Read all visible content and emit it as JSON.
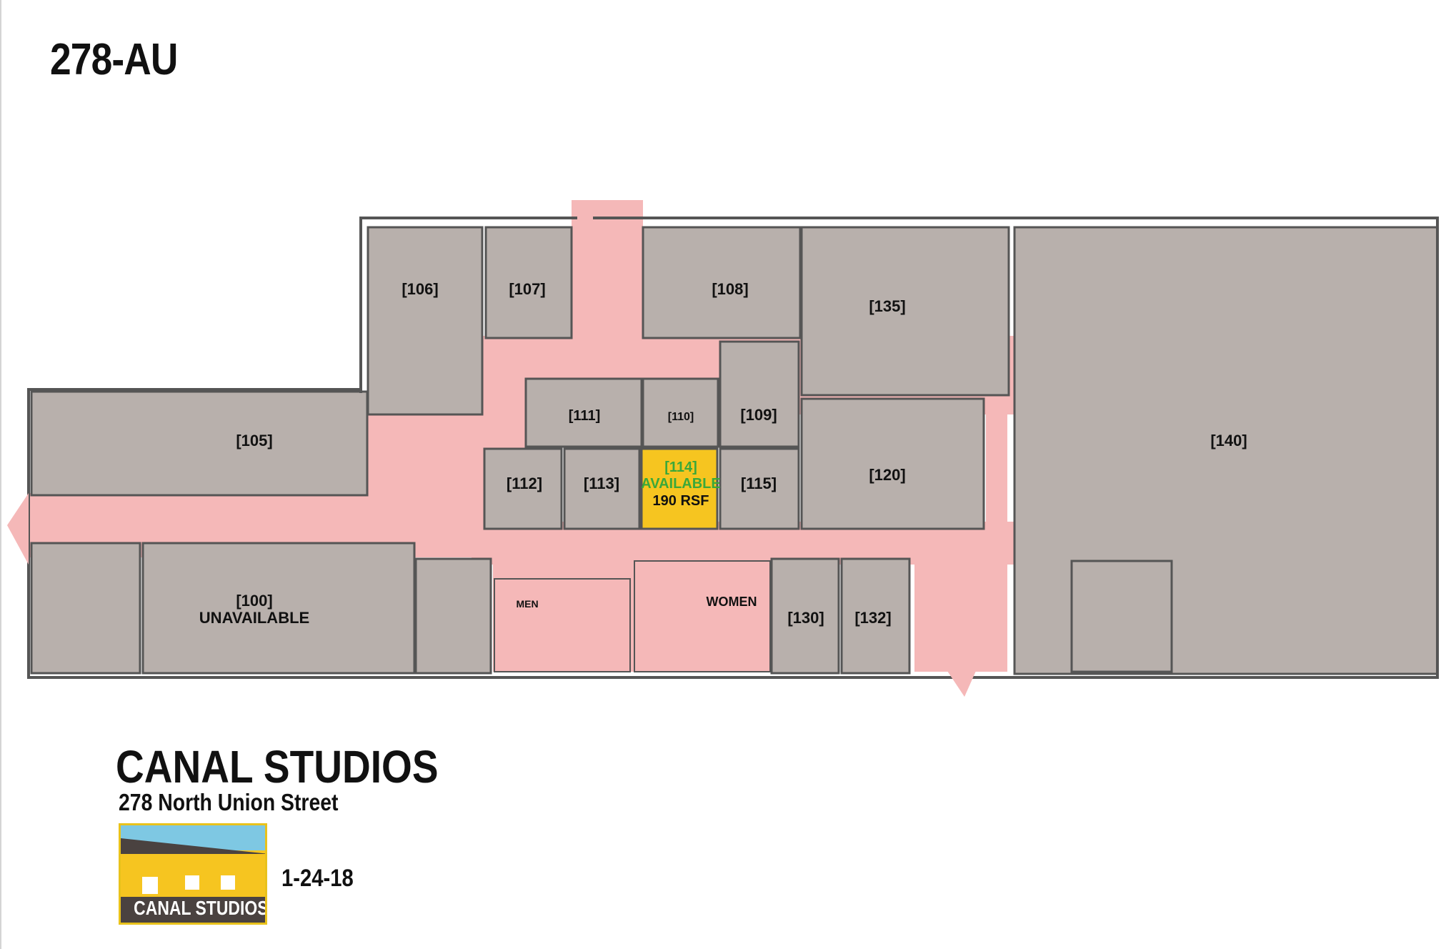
{
  "plan_code": "278-AU",
  "rooms": {
    "r100": "[100]",
    "r100_status": "UNAVAILABLE",
    "r105": "[105]",
    "r106": "[106]",
    "r107": "[107]",
    "r108": "[108]",
    "r109": "[109]",
    "r110": "[110]",
    "r111": "[111]",
    "r112": "[112]",
    "r113": "[113]",
    "r114": "[114]",
    "r114_status": "AVAILABLE",
    "r114_size": "190 RSF",
    "r115": "[115]",
    "r120": "[120]",
    "r130": "[130]",
    "r132": "[132]",
    "r135": "[135]",
    "r140": "[140]",
    "men": "MEN",
    "women": "WOMEN"
  },
  "brand": {
    "title": "CANAL STUDIOS",
    "address": "278 North Union Street",
    "logo_text": "CANAL STUDIOS",
    "date": "1-24-18"
  },
  "colors": {
    "room_fill": "#b8b0ac",
    "corridor_fill": "#f5b8b8",
    "available_fill": "#f6c520",
    "available_text": "#3aa83a",
    "wall": "#555555",
    "logo_sky": "#7ec8e3",
    "logo_yellow": "#f6c520",
    "logo_dark": "#4a4240"
  }
}
